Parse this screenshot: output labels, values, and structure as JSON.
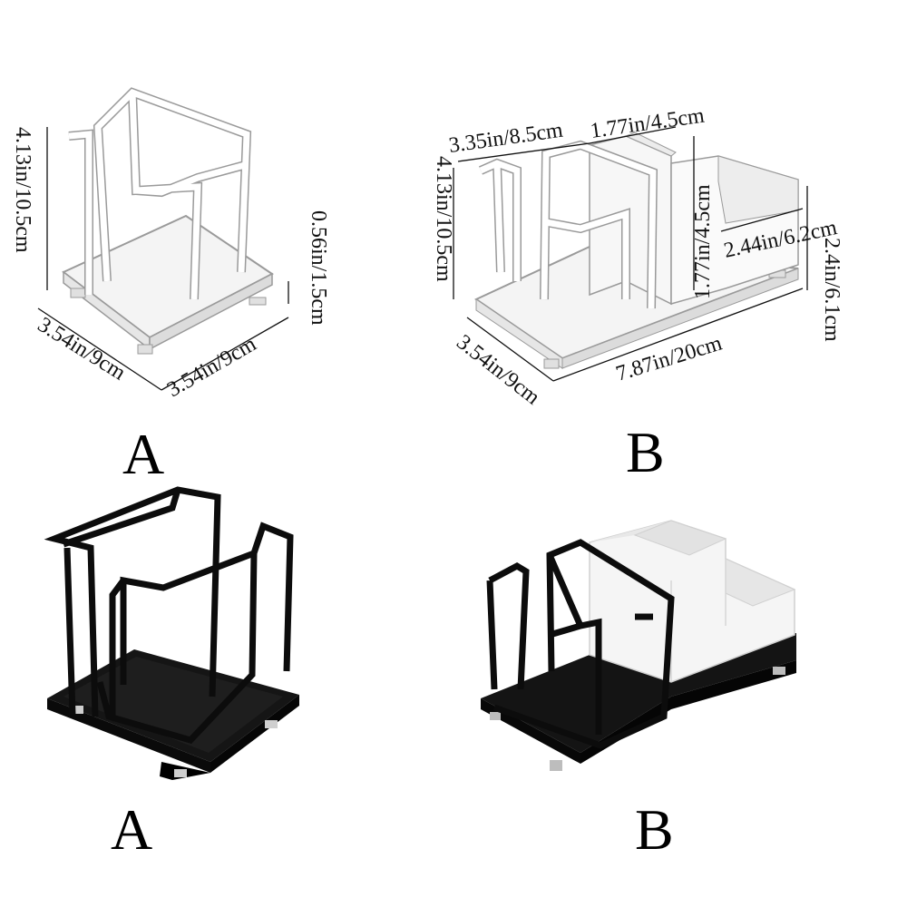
{
  "variants": [
    {
      "id": "A",
      "finish": "white",
      "label": "A",
      "dimensions": {
        "height": "4.13in/10.5cm",
        "depth": "3.54in/9cm",
        "width": "3.54in/9cm",
        "base_height": "0.56in/1.5cm"
      }
    },
    {
      "id": "B",
      "finish": "white",
      "label": "B",
      "dimensions": {
        "holder_width": "3.35in/8.5cm",
        "height": "4.13in/10.5cm",
        "depth": "3.54in/9cm",
        "total_width": "7.87in/20cm",
        "caddy_width": "1.77in/4.5cm",
        "caddy_height": "1.77in/4.5cm",
        "small_compartment": "2.44in/6.2cm",
        "caddy_base_height": "2.4in/6.1cm"
      }
    },
    {
      "id": "A",
      "finish": "black",
      "label": "A"
    },
    {
      "id": "B",
      "finish": "black",
      "label": "B"
    }
  ],
  "colors": {
    "black_finish": "#0c0c0c",
    "white_finish": "#ffffff",
    "outline": "#9a9a9a"
  }
}
